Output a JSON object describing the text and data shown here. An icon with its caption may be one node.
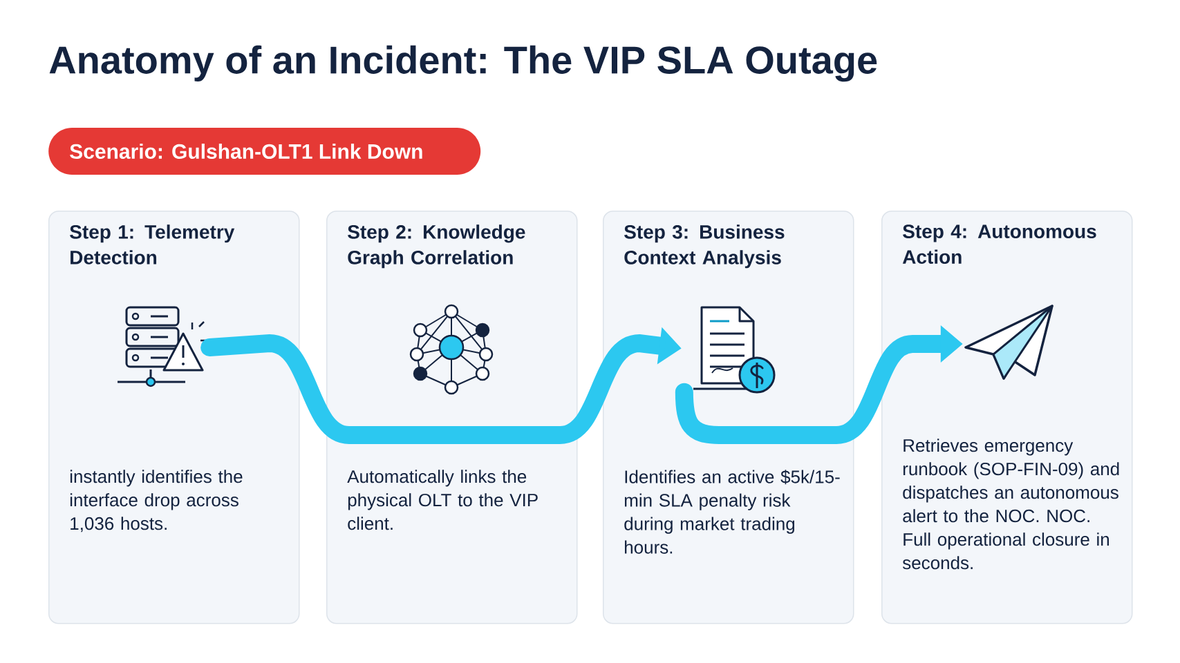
{
  "diagram": {
    "title": "Anatomy of an Incident: The VIP SLA Outage",
    "nodes": [
      {
        "text": [
          "Scenario: Gulshan-OLT1 Link Down"
        ]
      },
      {
        "text": [
          "Step 1: Telemetry Detection",
          "instantly identifies the interface drop across 1,036 hosts."
        ]
      },
      {
        "text": [],
        "shape": "picture",
        "in": 1
      },
      {
        "text": [
          "Step 2: Knowledge Graph Correlation",
          "Automatically links the physical OLT to the VIP client."
        ]
      },
      {
        "text": [],
        "shape": "picture",
        "in": 3
      },
      {
        "text": [
          "Step 3: Business Context Analysis",
          "Identifies an active $5k/15-min SLA penalty risk during market trading hours."
        ]
      },
      {
        "text": [],
        "shape": "picture",
        "in": 5
      },
      {
        "text": [
          "Step 4: Autonomous Action",
          "Retrieves emergency runbook (SOP-FIN-09) and dispatches an autonomous alert to the NOC. NOC. Full operational closure in seconds."
        ]
      },
      {
        "text": [],
        "shape": "picture",
        "in": 7
      }
    ],
    "edges": [
      {
        "from": 2,
        "to": 6,
        "arrow": "to"
      },
      {
        "from": 6,
        "to": 8,
        "arrow": "to"
      }
    ]
  }
}
